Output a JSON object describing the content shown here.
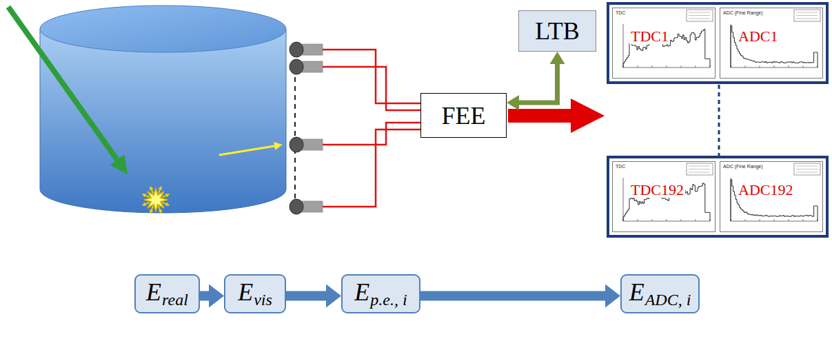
{
  "diagram": {
    "nodes": [
      {
        "text": [
          "LTB"
        ]
      },
      {
        "text": [
          "FEE"
        ]
      },
      {
        "text": [
          "TDC",
          "TDC1"
        ]
      },
      {
        "text": [
          "ADC (Fine Range)",
          "ADC1"
        ]
      },
      {
        "text": [
          "TDC",
          "TDC192"
        ]
      },
      {
        "text": [
          "ADC (Fine Range)",
          "ADC192"
        ]
      },
      {
        "text": [
          "E",
          "real"
        ]
      },
      {
        "text": [
          "E",
          "vis"
        ]
      },
      {
        "text": [
          "E",
          "p.e., i"
        ]
      },
      {
        "text": [
          "E",
          "ADC, i"
        ]
      }
    ],
    "edges": [
      {
        "from": 1,
        "to": 0,
        "arrow": "both"
      },
      {
        "from": 6,
        "to": 7,
        "arrow": "to"
      },
      {
        "from": 7,
        "to": 8,
        "arrow": "to"
      },
      {
        "from": 8,
        "to": 9,
        "arrow": "to"
      }
    ]
  }
}
